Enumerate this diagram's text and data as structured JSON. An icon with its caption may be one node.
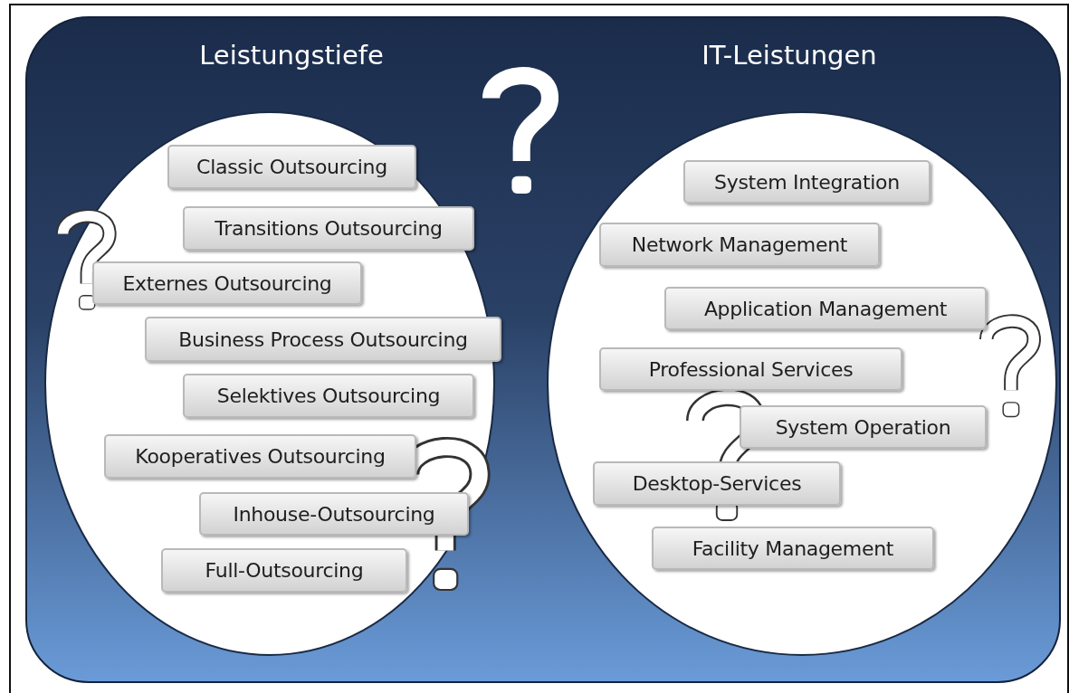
{
  "diagram": {
    "nodes": [
      {
        "text": [],
        "shape": "box"
      },
      {
        "text": [
          "Leistungstiefe"
        ],
        "in": 0
      },
      {
        "text": [
          "Classic Outsourcing"
        ],
        "in": 1
      },
      {
        "text": [
          "Transitions Outsourcing"
        ],
        "in": 1
      },
      {
        "text": [
          "Externes Outsourcing"
        ],
        "in": 1
      },
      {
        "text": [
          "Business Process Outsourcing"
        ],
        "in": 1
      },
      {
        "text": [
          "Selektives Outsourcing"
        ],
        "in": 1
      },
      {
        "text": [
          "Kooperatives Outsourcing"
        ],
        "in": 1
      },
      {
        "text": [
          "Inhouse-Outsourcing"
        ],
        "in": 1
      },
      {
        "text": [
          "Full-Outsourcing"
        ],
        "in": 1
      },
      {
        "text": [
          "IT-Leistungen"
        ],
        "in": 0
      },
      {
        "text": [
          "System Integration"
        ],
        "in": 10
      },
      {
        "text": [
          "Network Management"
        ],
        "in": 10
      },
      {
        "text": [
          "Application Management"
        ],
        "in": 10
      },
      {
        "text": [
          "Professional Services"
        ],
        "in": 10
      },
      {
        "text": [
          "System Operation"
        ],
        "in": 10
      },
      {
        "text": [
          "Desktop-Services"
        ],
        "in": 10
      },
      {
        "text": [
          "Facility Management"
        ],
        "in": 10
      }
    ]
  }
}
